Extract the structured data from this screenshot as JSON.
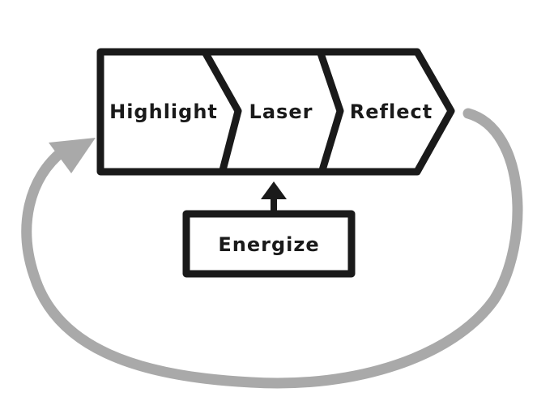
{
  "diagram": {
    "stages": [
      {
        "label": "Highlight"
      },
      {
        "label": "Laser"
      },
      {
        "label": "Reflect"
      }
    ],
    "input": {
      "label": "Energize"
    },
    "colors": {
      "ink": "#1a1a1a",
      "cycle_arrow": "#a9a9a9",
      "background": "#ffffff"
    },
    "icons": {
      "up_arrow": "arrow-up-icon",
      "cycle": "cycle-arrow-icon"
    }
  }
}
